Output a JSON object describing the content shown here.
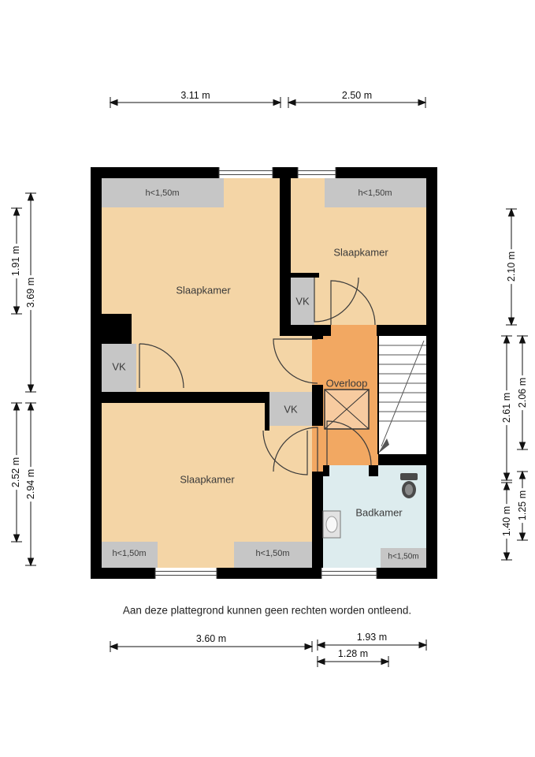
{
  "plan": {
    "rooms": {
      "bedroom_top_left": "Slaapkamer",
      "bedroom_top_right": "Slaapkamer",
      "bedroom_bottom": "Slaapkamer",
      "landing": "Overloop",
      "bathroom": "Badkamer"
    },
    "closets": {
      "left": "VK",
      "top": "VK",
      "middle": "VK"
    },
    "low_height_label": "h<1,50m"
  },
  "dimensions": {
    "top": [
      "3.11 m",
      "2.50 m"
    ],
    "bottom": [
      "3.60 m",
      "1.93 m",
      "1.28 m"
    ],
    "left": [
      "1.91 m",
      "3.69 m",
      "2.52 m",
      "2.94 m"
    ],
    "right": [
      "2.10 m",
      "2.61 m",
      "2.06 m",
      "1.40 m",
      "1.25 m"
    ]
  },
  "disclaimer": "Aan deze plattegrond kunnen geen rechten worden ontleend.",
  "colors": {
    "room": "#f4d5a6",
    "landing": "#f2a862",
    "bathroom": "#ddecee",
    "lowheight": "#c6c6c6",
    "wall": "#000000",
    "line": "#111111"
  }
}
